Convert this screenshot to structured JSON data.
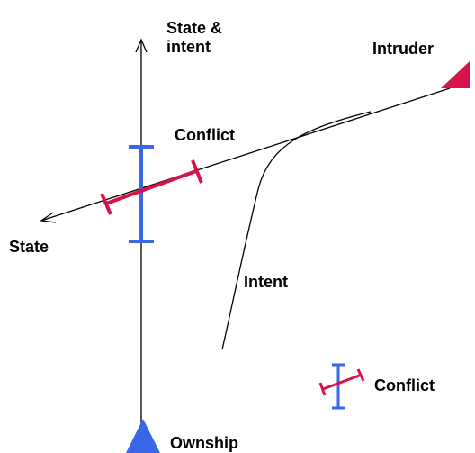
{
  "labels": {
    "state_intent_line1": "State &",
    "state_intent_line2": "intent",
    "intruder": "Intruder",
    "conflict_main": "Conflict",
    "state": "State",
    "intent": "Intent",
    "conflict_legend": "Conflict",
    "ownship": "Ownship"
  },
  "colors": {
    "ownship": "#3a66e8",
    "intruder": "#d6134a",
    "line": "#000000"
  }
}
